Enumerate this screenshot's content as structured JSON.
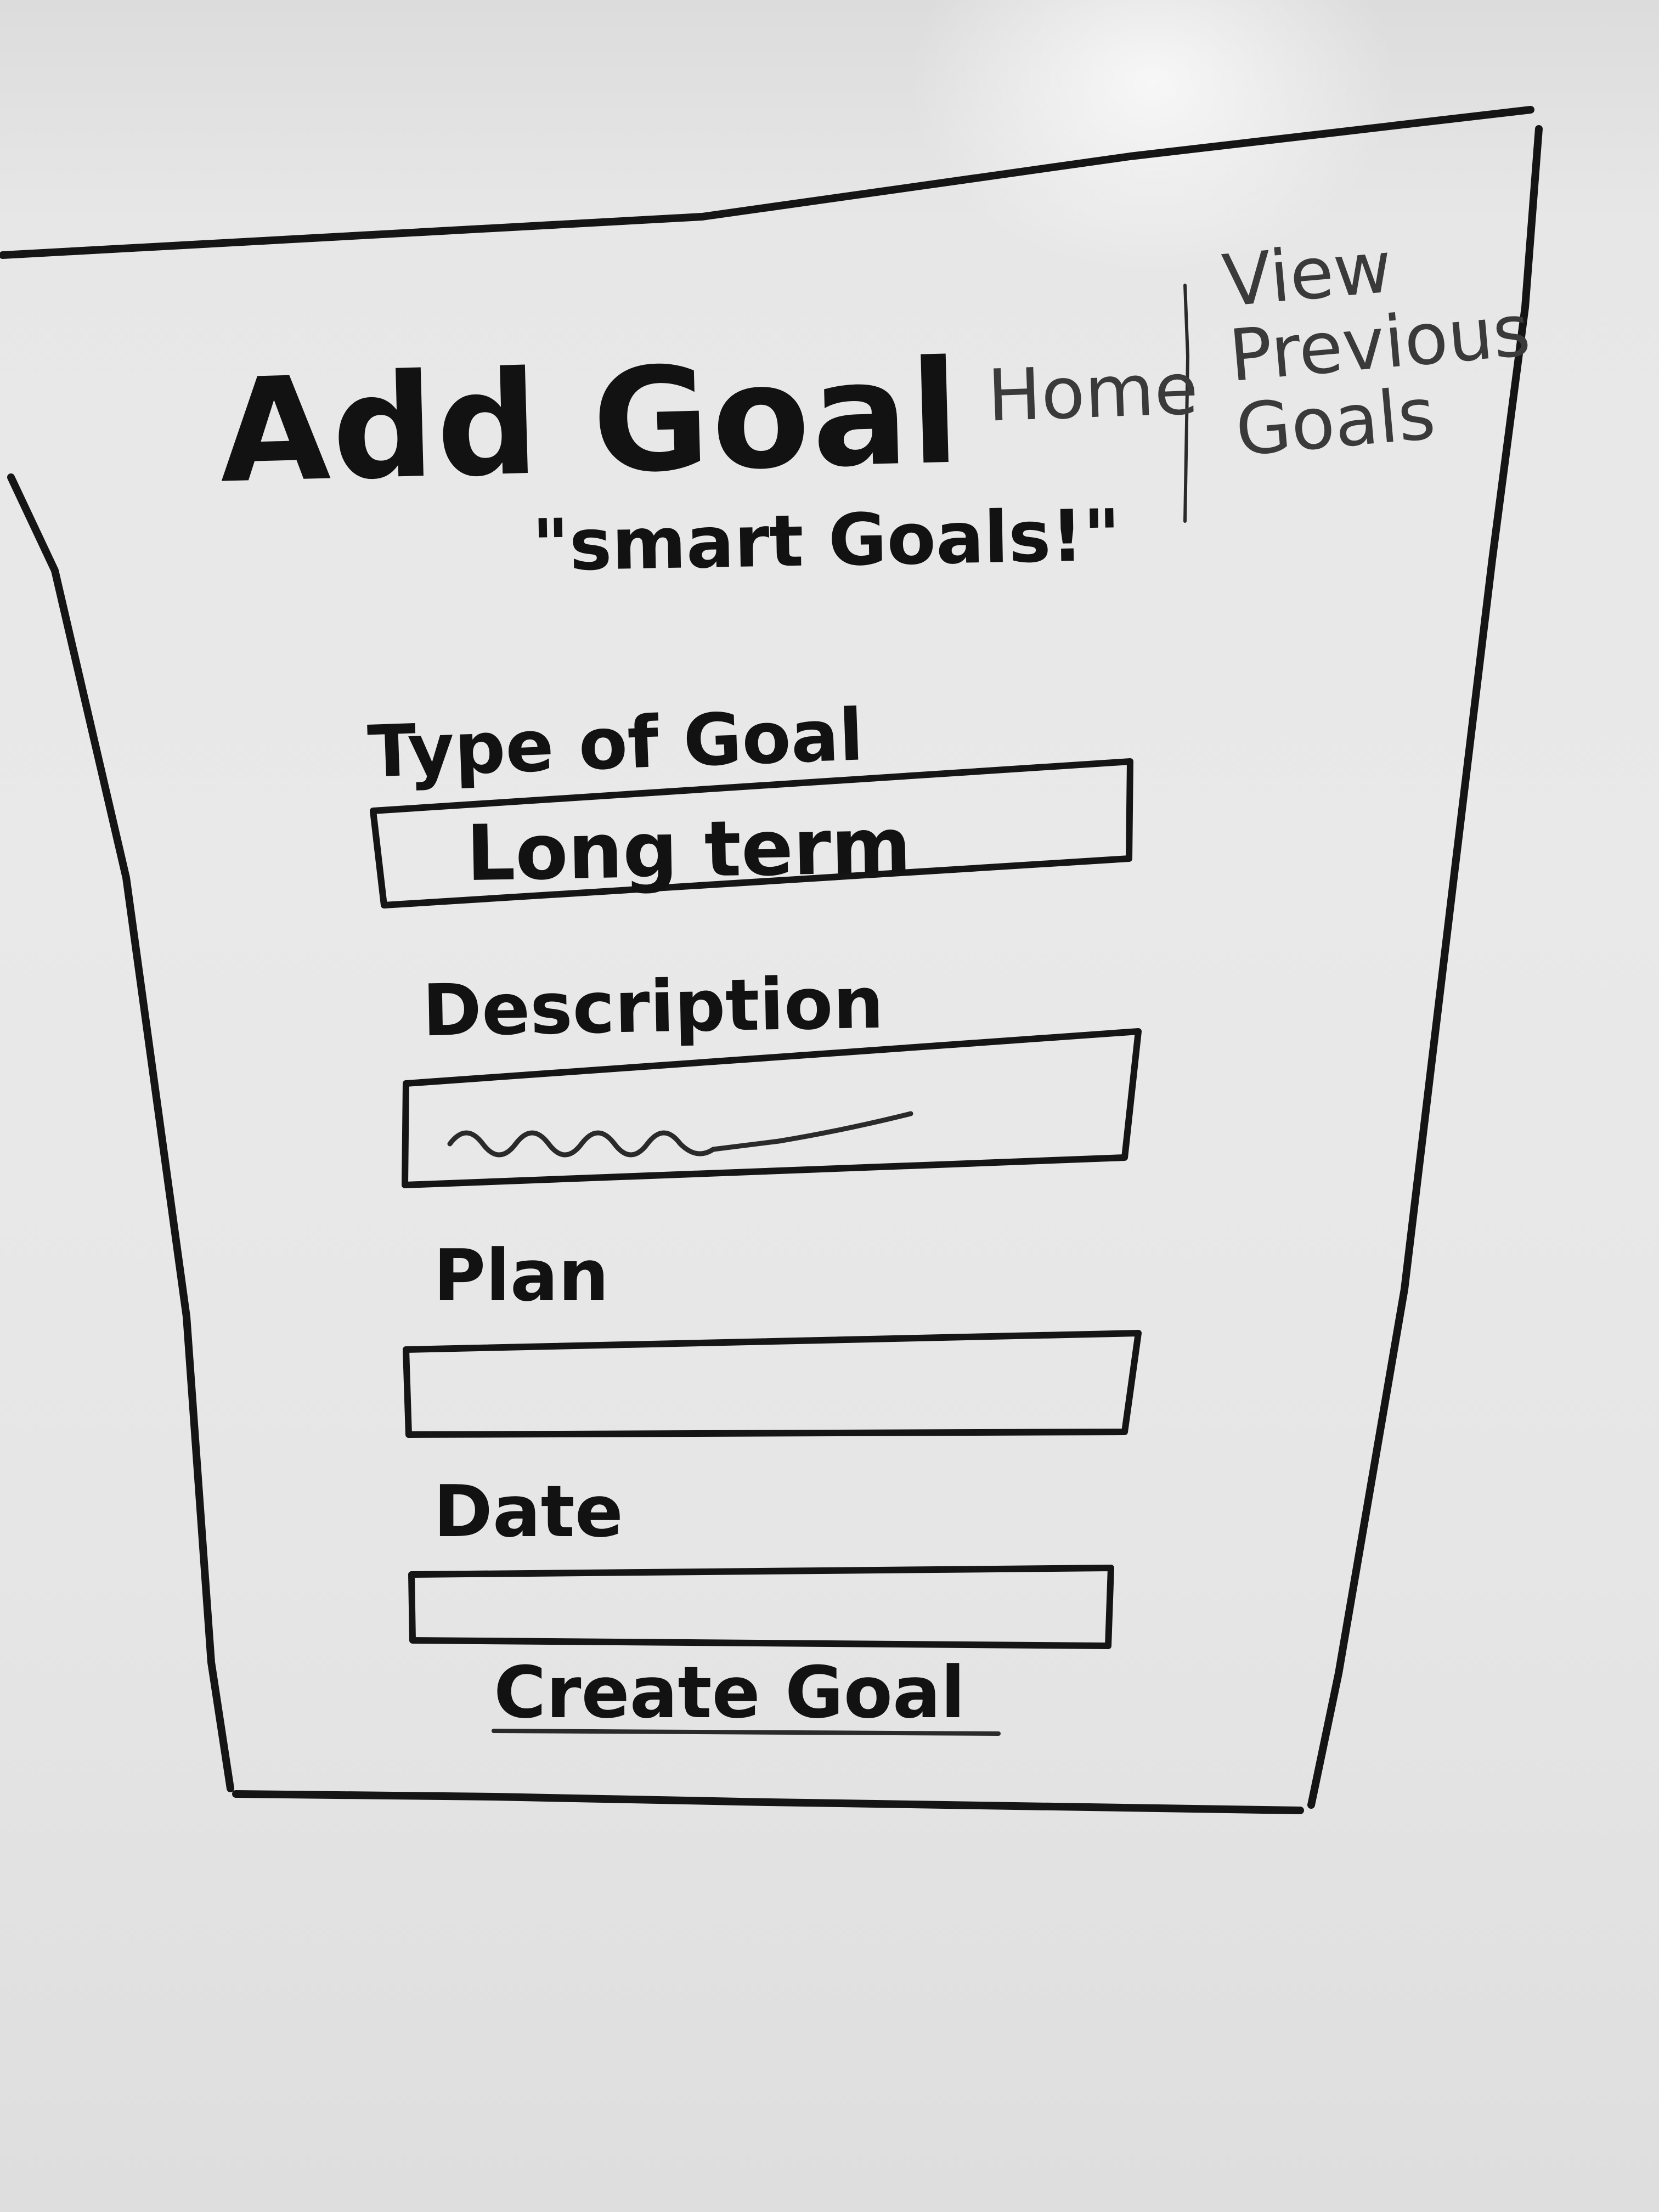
{
  "page": {
    "title": "Add Goal",
    "subtitle": "\"smart Goals!\""
  },
  "nav": {
    "home": "Home",
    "previous_goals": "View Previous Goals"
  },
  "form": {
    "type_of_goal": {
      "label": "Type of Goal",
      "value": "Long term"
    },
    "description": {
      "label": "Description",
      "value": ""
    },
    "plan": {
      "label": "Plan",
      "value": ""
    },
    "date": {
      "label": "Date",
      "value": ""
    },
    "submit_label": "Create Goal"
  },
  "colors": {
    "ink": "#151515",
    "whiteboard": "#e8e8e8"
  }
}
